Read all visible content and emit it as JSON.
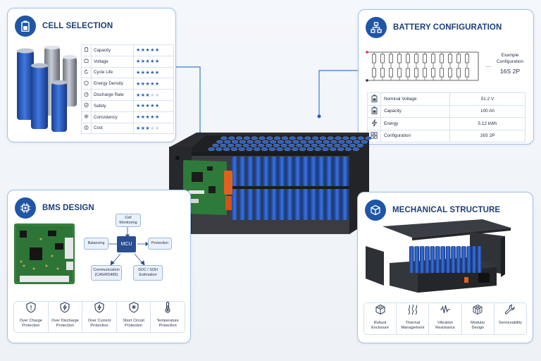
{
  "cell_selection": {
    "title": "CELL SELECTION",
    "criteria": [
      {
        "label": "Capacity",
        "stars": 5,
        "icon": "capacity-icon"
      },
      {
        "label": "Voltage",
        "stars": 5,
        "icon": "voltage-icon"
      },
      {
        "label": "Cycle Life",
        "stars": 5,
        "icon": "cycle-life-icon"
      },
      {
        "label": "Energy Density",
        "stars": 5,
        "icon": "energy-density-icon"
      },
      {
        "label": "Discharge Rate",
        "stars": 3,
        "icon": "discharge-rate-icon"
      },
      {
        "label": "Safety",
        "stars": 5,
        "icon": "safety-icon"
      },
      {
        "label": "Consistency",
        "stars": 5,
        "icon": "consistency-icon"
      },
      {
        "label": "Cost",
        "stars": 3,
        "icon": "cost-icon"
      }
    ],
    "max_stars": 5
  },
  "battery_configuration": {
    "title": "BATTERY CONFIGURATION",
    "example_label": "Example Configuration",
    "example_line1": "Example",
    "example_line2": "Configuration",
    "example_value": "16S 2P",
    "specs": [
      {
        "label": "Nominal Voltage",
        "value": "51.2 V",
        "icon": "battery-icon"
      },
      {
        "label": "Capacity",
        "value": "100 Ah",
        "icon": "battery-icon"
      },
      {
        "label": "Energy",
        "value": "5.12 kWh",
        "icon": "lightning-icon"
      },
      {
        "label": "Configuration",
        "value": "16S 2P",
        "icon": "grid-icon"
      }
    ]
  },
  "bms_design": {
    "title": "BMS DESIGN",
    "mcu_label": "MCU",
    "blocks": {
      "cell_monitoring_1": "Cell",
      "cell_monitoring_2": "Monitoring",
      "balancing": "Balancing",
      "protection": "Protection",
      "communication_1": "Communication",
      "communication_2": "(CAN/RS485)",
      "soc_1": "SOC / SOH",
      "soc_2": "Estimation"
    },
    "protections": [
      {
        "line1": "Over Charge",
        "line2": "Protection",
        "icon": "shield-icon"
      },
      {
        "line1": "Over Discharge",
        "line2": "Protection",
        "icon": "lightning-shield-icon"
      },
      {
        "line1": "Over Current",
        "line2": "Protection",
        "icon": "lightning-shield-icon"
      },
      {
        "line1": "Short Circuit",
        "line2": "Protection",
        "icon": "spark-shield-icon"
      },
      {
        "line1": "Temperature",
        "line2": "Protection",
        "icon": "thermometer-icon"
      }
    ]
  },
  "mechanical_structure": {
    "title": "MECHANICAL STRUCTURE",
    "features": [
      {
        "line1": "Robust",
        "line2": "Enclosure",
        "icon": "cube-icon"
      },
      {
        "line1": "Thermal",
        "line2": "Management",
        "icon": "thermal-icon"
      },
      {
        "line1": "Vibration",
        "line2": "Resistance",
        "icon": "vibration-icon"
      },
      {
        "line1": "Modular",
        "line2": "Design",
        "icon": "modular-icon"
      },
      {
        "line1": "Serviceability",
        "line2": "",
        "icon": "wrench-icon"
      }
    ]
  },
  "colors": {
    "accent": "#1f56a6",
    "panel_border": "#9fc0e6",
    "cell_blue": "#2d63c8",
    "star": "#2a5fb8"
  }
}
